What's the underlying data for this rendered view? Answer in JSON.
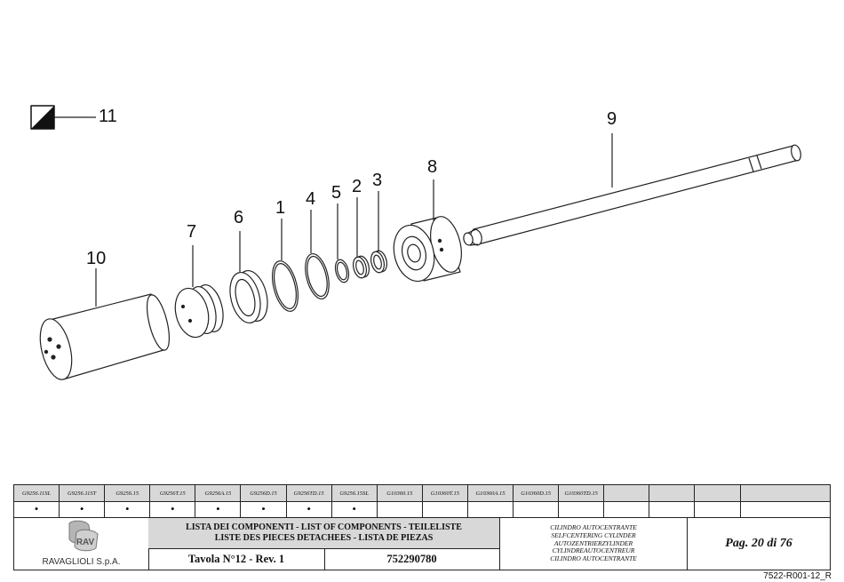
{
  "callouts": {
    "c1": "1",
    "c2": "2",
    "c3": "3",
    "c4": "4",
    "c5": "5",
    "c6": "6",
    "c7": "7",
    "c8": "8",
    "c9": "9",
    "c10": "10",
    "c11": "11"
  },
  "titleblock": {
    "codes": [
      "G9256.11SL",
      "G9256.11ST",
      "G9256.15",
      "G9256T.15",
      "G9256A.15",
      "G9256D.15",
      "G9256TD.15",
      "G9256.15SL",
      "G10360.15",
      "G10360T.15",
      "G10360A.15",
      "G10360D.15",
      "G10360TD.15",
      "",
      "",
      "",
      ""
    ],
    "marks": [
      "•",
      "•",
      "•",
      "•",
      "•",
      "•",
      "•",
      "•",
      "",
      "",
      "",
      "",
      "",
      "",
      "",
      "",
      ""
    ],
    "company": "RAVAGLIOLI S.p.A.",
    "logo_text": "RAV",
    "list_title_1": "LISTA DEI COMPONENTI - LIST OF COMPONENTS - TEILELISTE",
    "list_title_2": "LISTE DES PIECES DETACHEES - LISTA DE PIEZAS",
    "table_rev": "Tavola N°12 - Rev. 1",
    "part_code": "752290780",
    "desc_it": "CILINDRO AUTOCENTRANTE",
    "desc_en": "SELFCENTERING CYLINDER",
    "desc_de": "AUTOZENTRIERZYLINDER",
    "desc_fr": "CYLINDREAUTOCENTREUR",
    "desc_es": "CILINDRO AUTOCENTRANTE",
    "page": "Pag. 20 di 76"
  },
  "doc_ref": "7522-R001-12_R"
}
